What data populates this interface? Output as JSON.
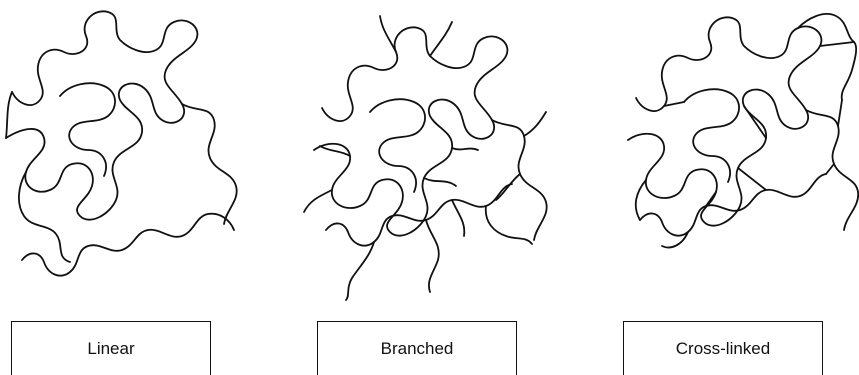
{
  "panels": [
    {
      "id": "linear",
      "label": "Linear"
    },
    {
      "id": "branched",
      "label": "Branched"
    },
    {
      "id": "cross-linked",
      "label": "Cross-linked"
    }
  ],
  "stroke_color": "#111111",
  "background_color": "#ffffff"
}
